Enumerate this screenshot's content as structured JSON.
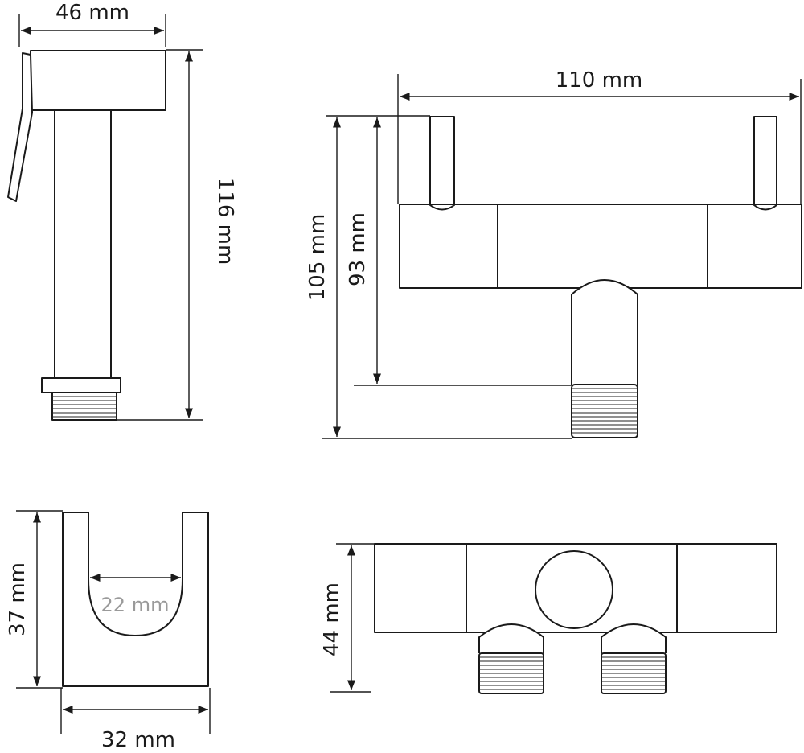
{
  "dimensions": {
    "sprayer_width": "46 mm",
    "sprayer_height": "116 mm",
    "valve_width": "110 mm",
    "valve_total_height": "105 mm",
    "valve_body_height": "93 mm",
    "holder_height": "37 mm",
    "holder_slot_width": "22 mm",
    "holder_width": "32 mm",
    "valve_depth": "44 mm"
  },
  "colors": {
    "line": "#1a1a1a",
    "inner_label": "#9a9a9a",
    "background": "#ffffff"
  }
}
